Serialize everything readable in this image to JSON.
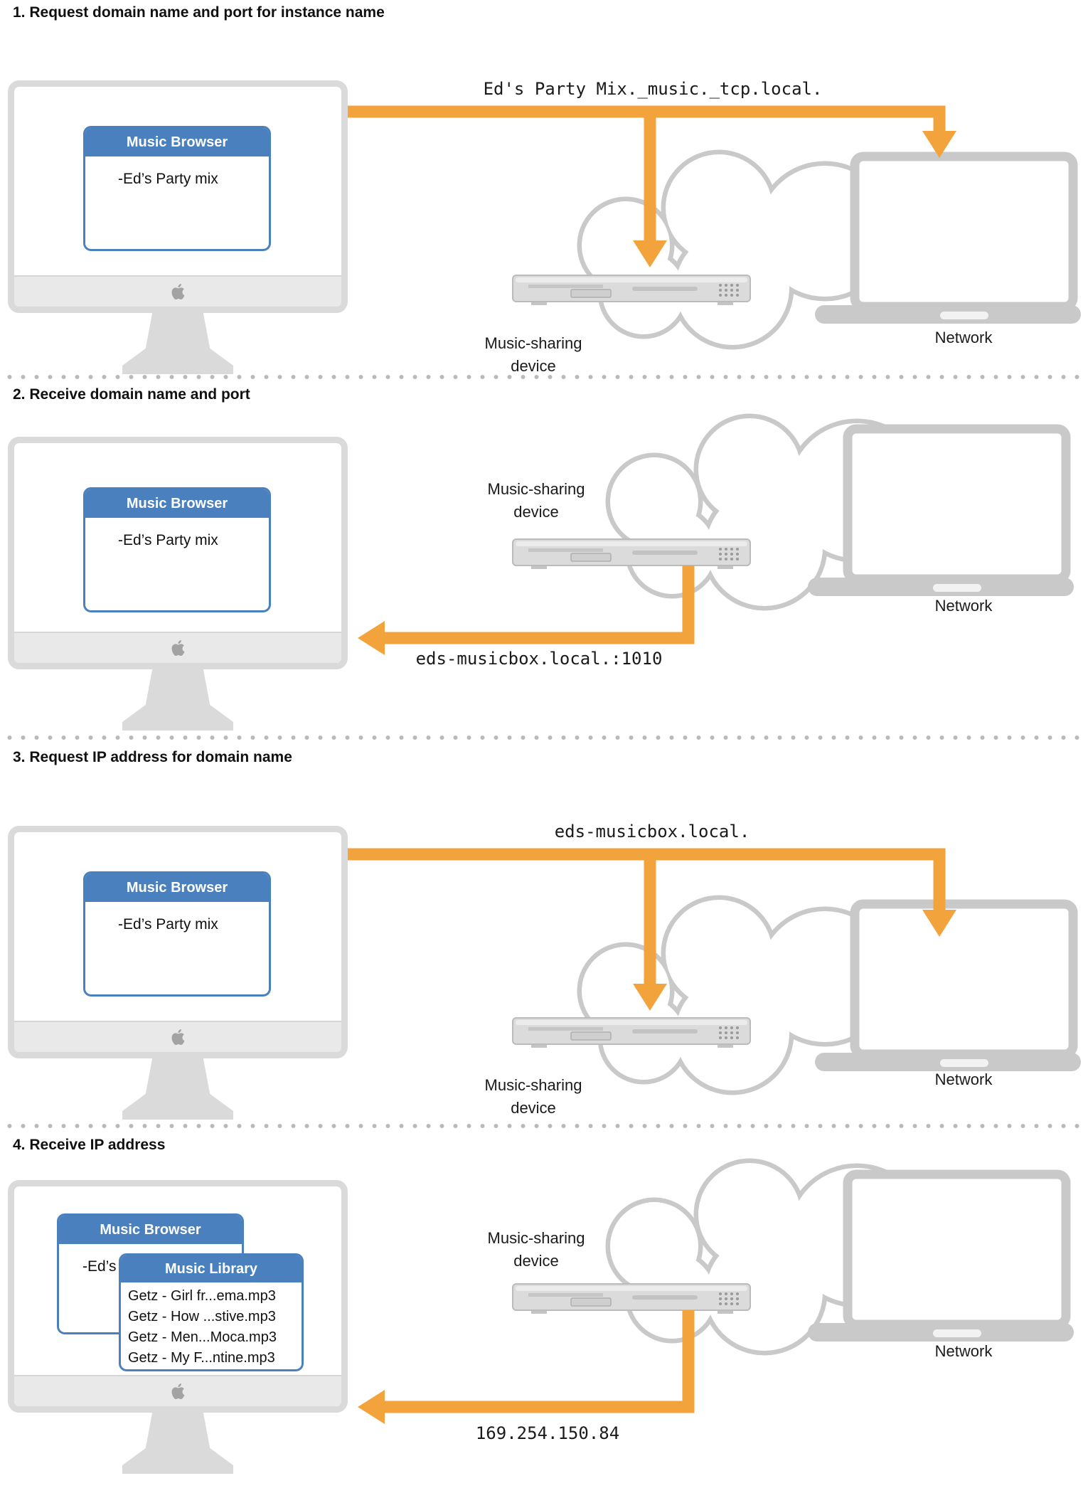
{
  "colors": {
    "arrow_orange": "#F2A33C",
    "window_blue": "#4B80BF",
    "diagram_gray": "#C9C9C9"
  },
  "sections": [
    {
      "title": "1. Request domain name and port for instance name",
      "arrow_label": "Ed's Party Mix._music._tcp.local.",
      "window": {
        "title": "Music Browser",
        "item": "-Ed’s Party mix"
      },
      "network_label": "Network",
      "device_label_line1": "Music-sharing",
      "device_label_line2": "device"
    },
    {
      "title": "2. Receive domain name and port",
      "arrow_label": "eds-musicbox.local.:1010",
      "window": {
        "title": "Music Browser",
        "item": "-Ed’s Party mix"
      },
      "network_label": "Network",
      "device_label_line1": "Music-sharing",
      "device_label_line2": "device"
    },
    {
      "title": "3. Request IP address for domain name",
      "arrow_label": "eds-musicbox.local.",
      "window": {
        "title": "Music Browser",
        "item": "-Ed’s Party mix"
      },
      "network_label": "Network",
      "device_label_line1": "Music-sharing",
      "device_label_line2": "device"
    },
    {
      "title": "4. Receive IP address",
      "arrow_label": "169.254.150.84",
      "browser_window": {
        "title": "Music Browser",
        "item": "-Ed’s"
      },
      "library_window": {
        "title": "Music Library",
        "songs": [
          "Getz - Girl fr...ema.mp3",
          "Getz - How ...stive.mp3",
          "Getz - Men...Moca.mp3",
          "Getz - My F...ntine.mp3"
        ]
      },
      "network_label": "Network",
      "device_label_line1": "Music-sharing",
      "device_label_line2": "device"
    }
  ]
}
